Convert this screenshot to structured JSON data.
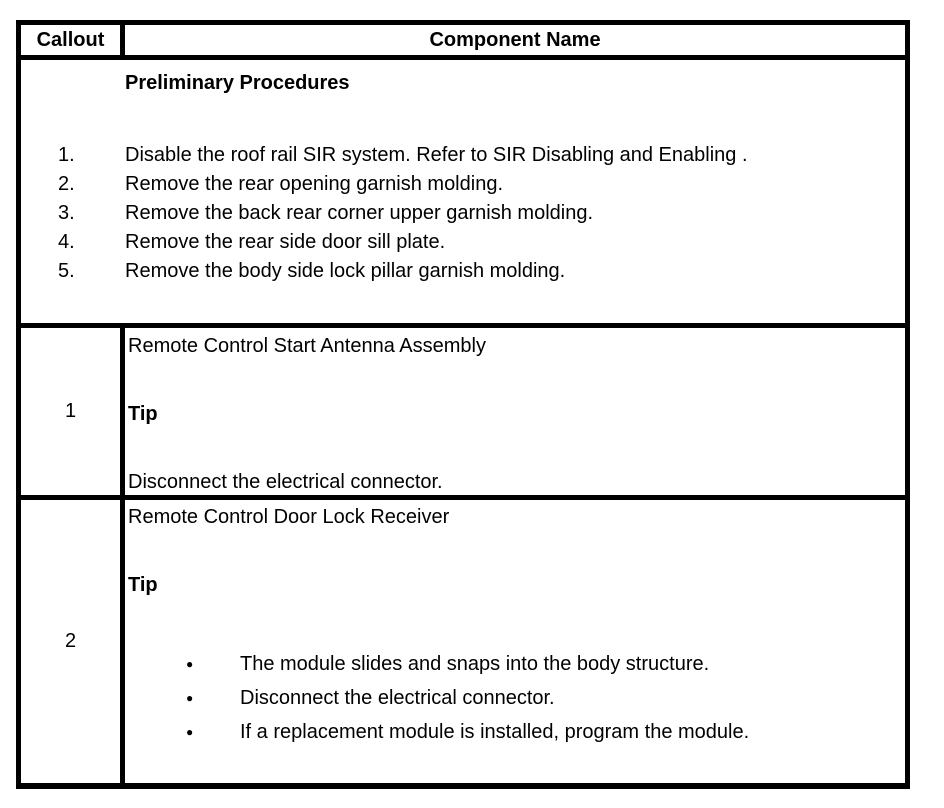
{
  "colors": {
    "border": "#000000",
    "text": "#000000",
    "background": "#ffffff"
  },
  "icons": {
    "bullet_char": "●"
  },
  "table": {
    "headers": {
      "callout": "Callout",
      "component": "Component Name"
    },
    "preliminary": {
      "title": "Preliminary Procedures",
      "steps": [
        {
          "num": "1.",
          "text": "Disable the roof rail SIR system. Refer to SIR Disabling and Enabling ."
        },
        {
          "num": "2.",
          "text": "Remove the rear opening garnish molding."
        },
        {
          "num": "3.",
          "text": "Remove the back rear corner upper garnish molding."
        },
        {
          "num": "4.",
          "text": "Remove the rear side door sill plate."
        },
        {
          "num": "5.",
          "text": "Remove the body side lock pillar garnish molding."
        }
      ]
    },
    "rows": [
      {
        "callout": "1",
        "component": "Remote Control Start Antenna Assembly",
        "tip_label": "Tip",
        "tip_text": "Disconnect the electrical connector."
      },
      {
        "callout": "2",
        "component": "Remote Control Door Lock Receiver",
        "tip_label": "Tip",
        "bullets": [
          "The module slides and snaps into the body structure.",
          "Disconnect the electrical connector.",
          "If a replacement module is installed, program the module."
        ]
      }
    ]
  }
}
